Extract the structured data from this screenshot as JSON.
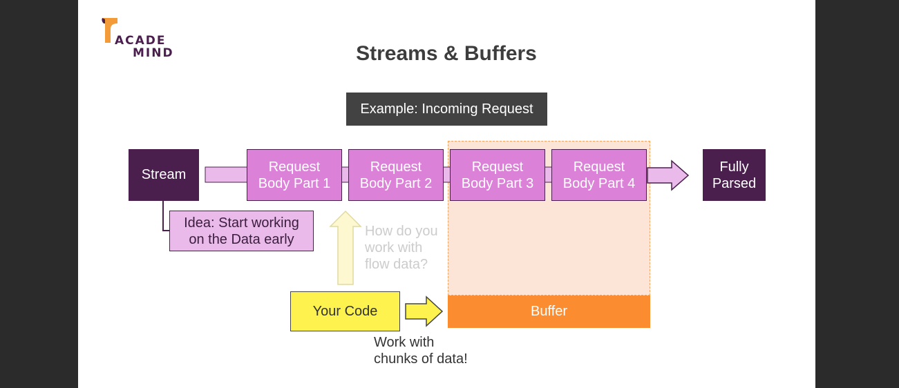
{
  "logo": {
    "line1": "ACADE",
    "line2": "MIND",
    "icon": "academind-logo-mark"
  },
  "title": "Streams & Buffers",
  "example_label": "Example: Incoming Request",
  "stream_label": "Stream",
  "parts": [
    {
      "line1": "Request",
      "line2": "Body Part 1"
    },
    {
      "line1": "Request",
      "line2": "Body Part 2"
    },
    {
      "line1": "Request",
      "line2": "Body Part 3"
    },
    {
      "line1": "Request",
      "line2": "Body Part 4"
    }
  ],
  "parsed": {
    "line1": "Fully",
    "line2": "Parsed"
  },
  "idea": {
    "line1": "Idea: Start working",
    "line2": "on the Data early"
  },
  "question": {
    "line1": "How do you",
    "line2": "work with",
    "line3": "flow data?"
  },
  "code_label": "Your Code",
  "buffer_label": "Buffer",
  "chunks": {
    "line1": "Work with",
    "line2": "chunks of data!"
  },
  "colors": {
    "dark_purple": "#4a1f4d",
    "part_pink": "#db82d8",
    "light_pink": "#eabbea",
    "buffer_orange": "#fb8c2f",
    "buffer_area": "#fce4d6",
    "code_yellow": "#fdf24e"
  }
}
